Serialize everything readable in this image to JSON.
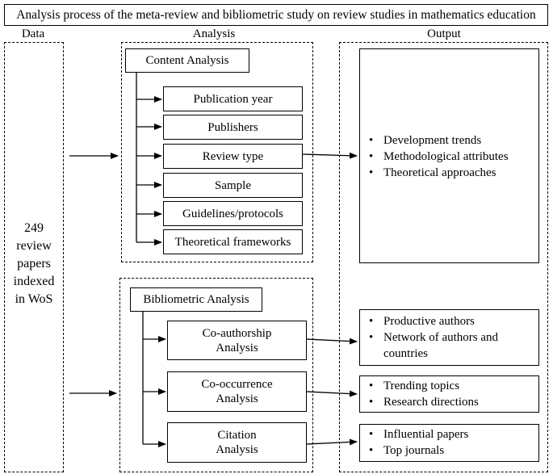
{
  "title": "Analysis process of the meta-review and bibliometric study on review studies in mathematics education",
  "column_headers": {
    "data": "Data",
    "analysis": "Analysis",
    "output": "Output"
  },
  "data_text": "249\nreview\npapers\nindexed\nin WoS",
  "content_analysis": {
    "heading": "Content Analysis",
    "items": [
      "Publication year",
      "Publishers",
      "Review type",
      "Sample",
      "Guidelines/protocols",
      "Theoretical frameworks"
    ]
  },
  "bibliometric_analysis": {
    "heading": "Bibliometric Analysis",
    "items": [
      "Co-authorship\nAnalysis",
      "Co-occurrence\nAnalysis",
      "Citation\nAnalysis"
    ]
  },
  "outputs": {
    "content": [
      "Development trends",
      "Methodological attributes",
      "Theoretical approaches"
    ],
    "coauthorship": [
      "Productive authors",
      "Network of authors and countries"
    ],
    "cooccurrence": [
      "Trending topics",
      "Research directions"
    ],
    "citation": [
      "Influential papers",
      "Top journals"
    ]
  }
}
